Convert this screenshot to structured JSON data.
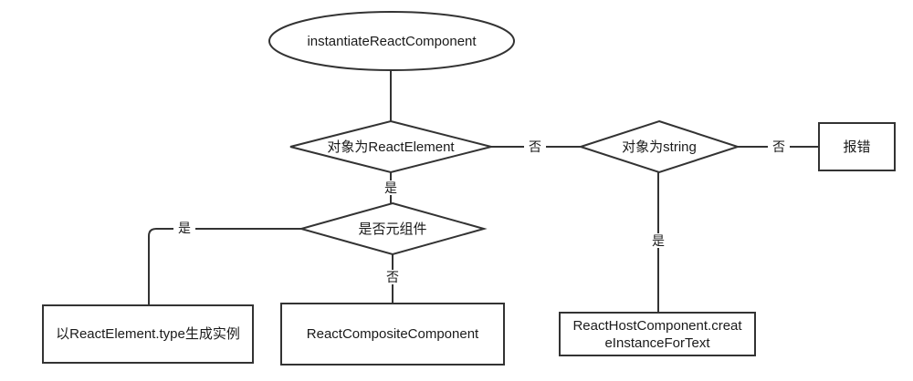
{
  "diagram": {
    "title": "instantiateReactComponent flowchart",
    "colors": {
      "background": "#ffffff",
      "stroke": "#333333",
      "text": "#1a1a1a"
    },
    "nodes": {
      "start": {
        "type": "ellipse",
        "label": "instantiateReactComponent"
      },
      "is_react_element": {
        "type": "diamond",
        "label": "对象为ReactElement"
      },
      "is_string": {
        "type": "diamond",
        "label": "对象为string"
      },
      "is_meta_component": {
        "type": "diamond",
        "label": "是否元组件"
      },
      "error": {
        "type": "rect",
        "label": "报错"
      },
      "create_from_type": {
        "type": "rect",
        "label": "以ReactElement.type生成实例"
      },
      "react_composite": {
        "type": "rect",
        "label": "ReactCompositeComponent"
      },
      "react_host": {
        "type": "rect",
        "label_line1": "ReactHostComponent.creat",
        "label_line2": "eInstanceForText"
      }
    },
    "edges": [
      {
        "from": "start",
        "to": "is_react_element",
        "label": ""
      },
      {
        "from": "is_react_element",
        "to": "is_string",
        "label": "否"
      },
      {
        "from": "is_react_element",
        "to": "is_meta_component",
        "label": "是"
      },
      {
        "from": "is_string",
        "to": "error",
        "label": "否"
      },
      {
        "from": "is_string",
        "to": "react_host",
        "label": "是"
      },
      {
        "from": "is_meta_component",
        "to": "create_from_type",
        "label": "是"
      },
      {
        "from": "is_meta_component",
        "to": "react_composite",
        "label": "否"
      }
    ]
  }
}
